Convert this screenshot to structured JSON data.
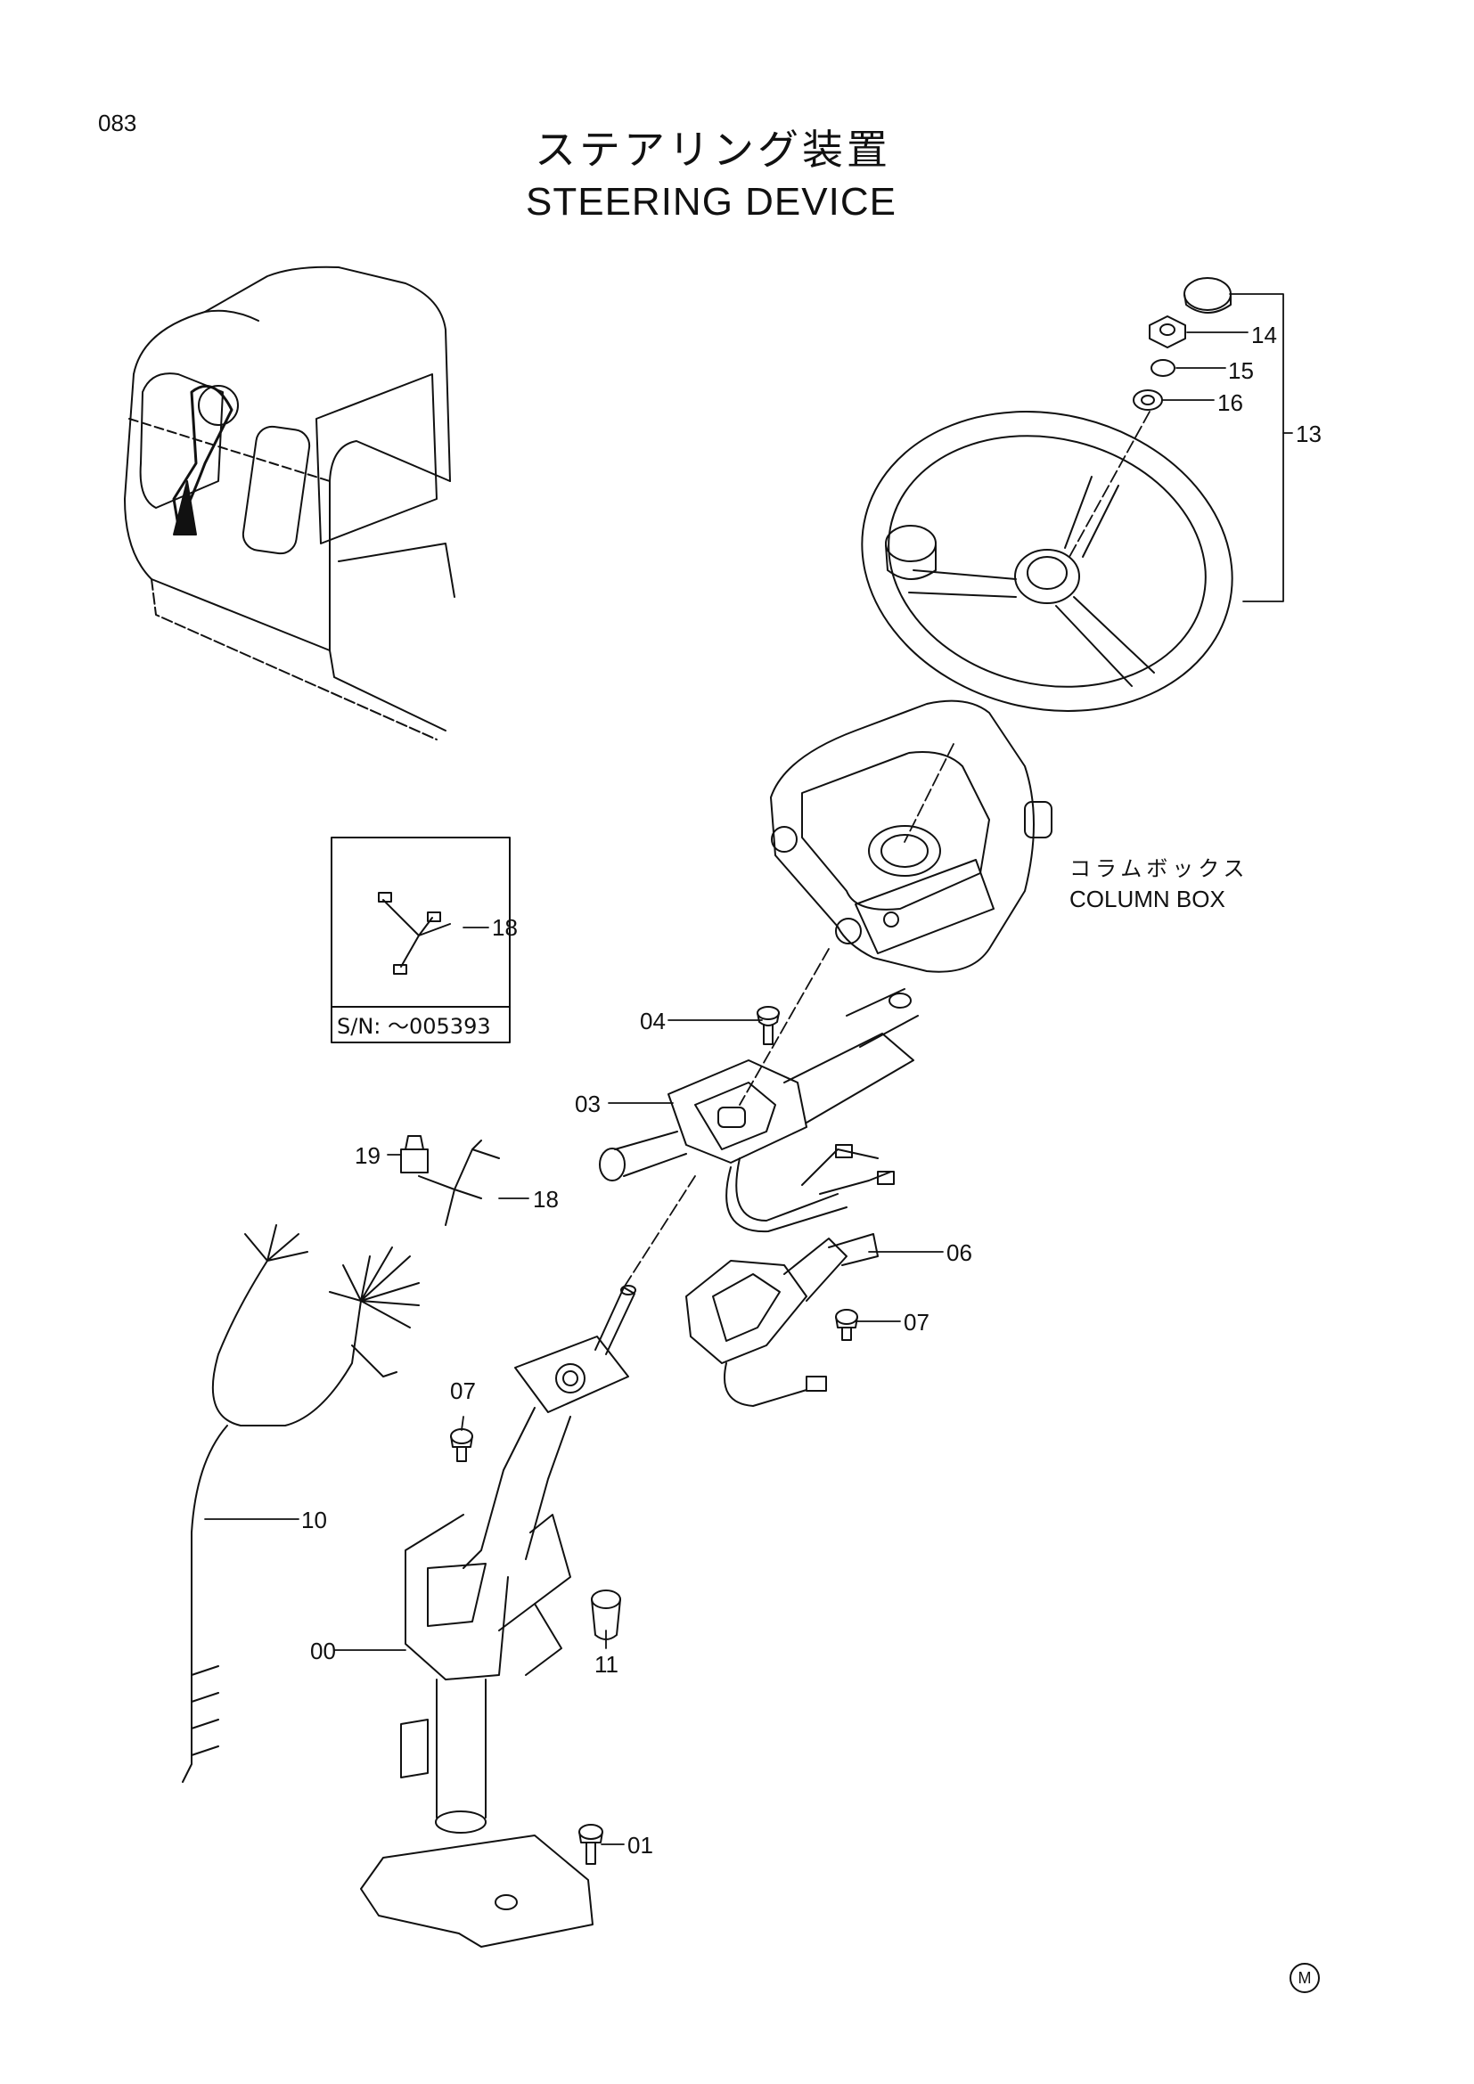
{
  "page_number": "083",
  "title_ja": "ステアリング装置",
  "title_en": "STEERING DEVICE",
  "column_box": {
    "label_ja": "コラムボックス",
    "label_en": "COLUMN BOX"
  },
  "inset": {
    "part": "18",
    "serial_note": "S/N: ～005393"
  },
  "part_labels": {
    "p00": "00",
    "p01": "01",
    "p03": "03",
    "p04": "04",
    "p06": "06",
    "p07a": "07",
    "p07b": "07",
    "p10": "10",
    "p11": "11",
    "p13": "13",
    "p14": "14",
    "p15": "15",
    "p16": "16",
    "p18": "18",
    "p19": "19"
  },
  "mark": "M"
}
